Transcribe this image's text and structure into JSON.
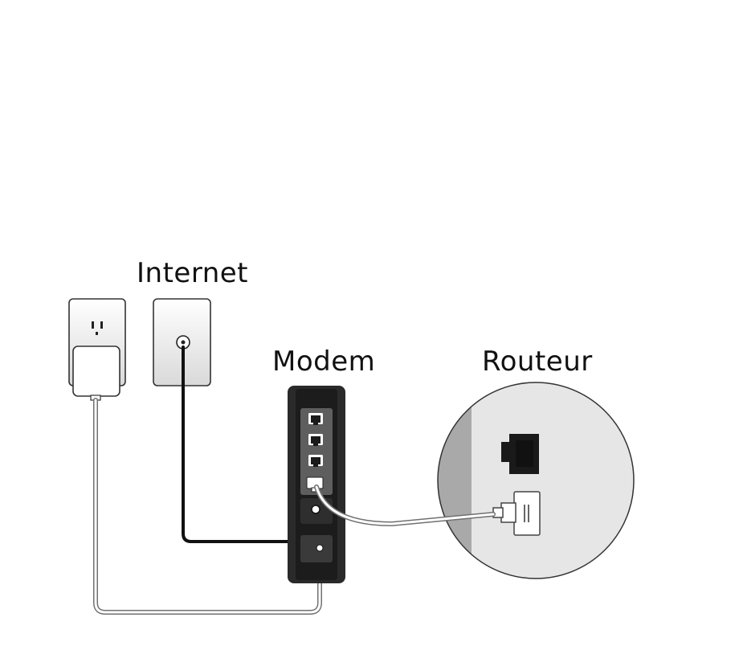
{
  "labels": {
    "internet": "Internet",
    "modem": "Modem",
    "router": "Routeur"
  },
  "devices": {
    "power_outlet": {
      "icon": "power-outlet-icon"
    },
    "coax_wall_jack": {
      "icon": "coax-wall-jack-icon"
    },
    "modem": {
      "icon": "modem-icon",
      "ethernet_ports": 4
    },
    "router_detail": {
      "icon": "router-port-detail-icon"
    }
  },
  "colors": {
    "background": "#ffffff",
    "text": "#111111",
    "modem_body": "#2a2a2a",
    "coax_cable": "#111111",
    "ethernet_cable": "#d6d6d6",
    "power_cable": "#d6d6d6",
    "router_zoom_fill": "#e6e6e6",
    "router_zoom_edge": "#a9a9a9"
  }
}
